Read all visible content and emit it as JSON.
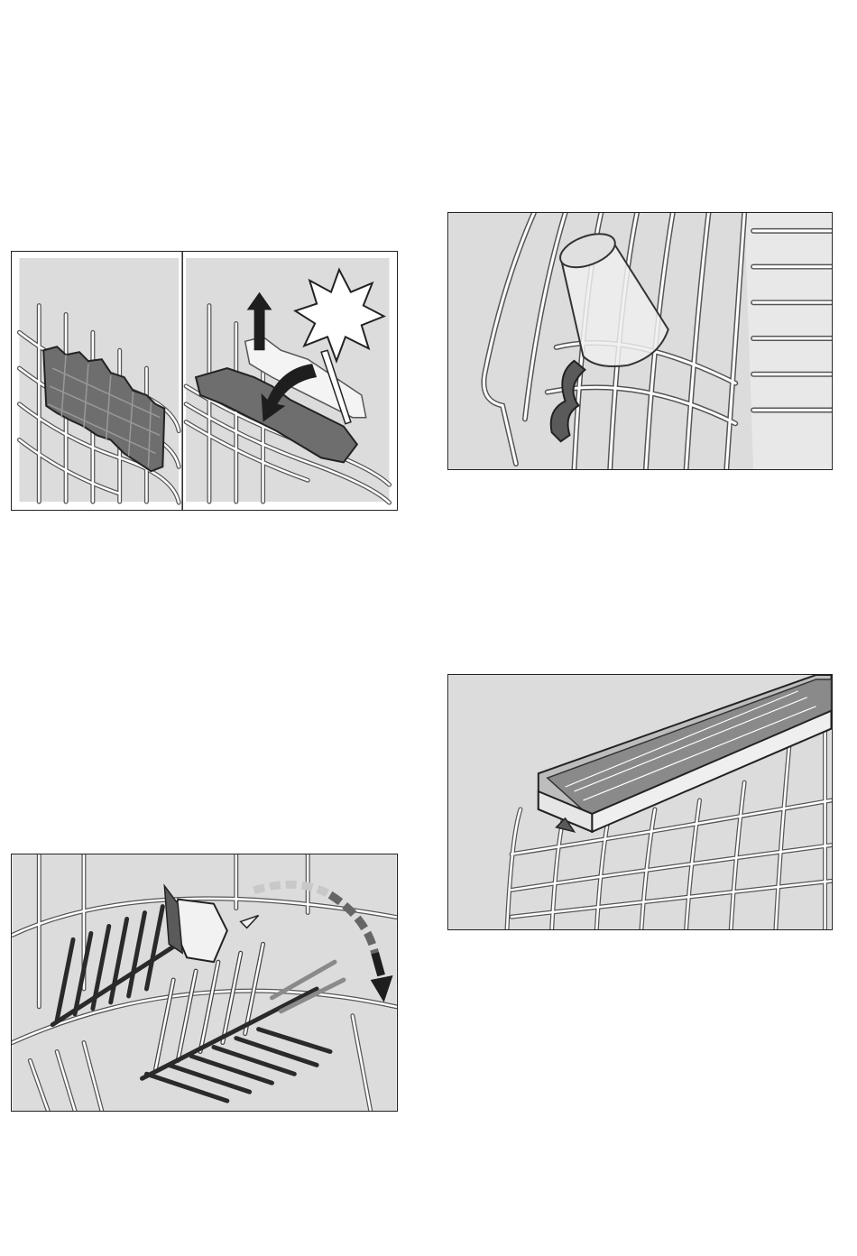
{
  "figures": [
    {
      "id": "fig1",
      "description_icon": "rack-flap-fold-illustration"
    },
    {
      "id": "fig2",
      "description_icon": "glass-holder-illustration"
    },
    {
      "id": "fig3",
      "description_icon": "cutlery-tray-illustration"
    },
    {
      "id": "fig4",
      "description_icon": "folding-tines-illustration"
    }
  ],
  "colors": {
    "panel_bg": "#dcdcdc",
    "wire": "#ffffff",
    "wire_outline": "#444444",
    "part_dark": "#5a5a5a",
    "arrow": "#1e1e1e"
  }
}
